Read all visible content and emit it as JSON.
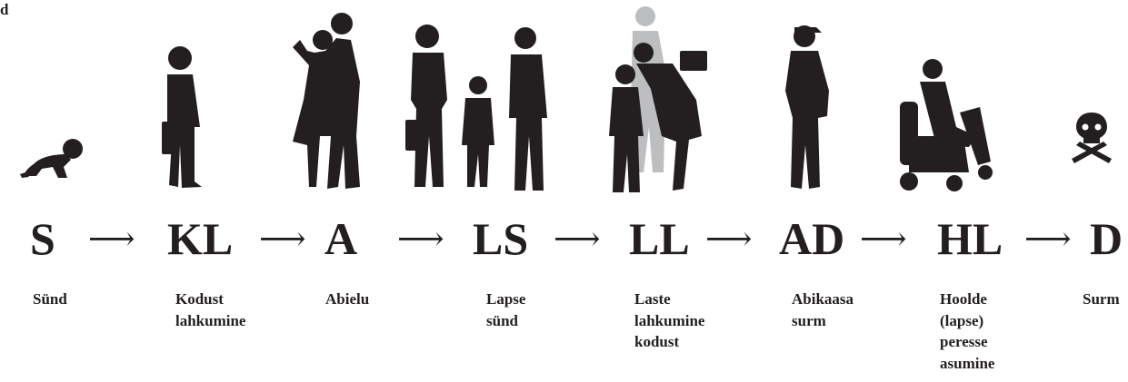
{
  "corner_text": "d",
  "arrow_glyph": "⟶",
  "stages": [
    {
      "code": "S",
      "label": "Sünd"
    },
    {
      "code": "KL",
      "label": "Kodust\nlahkumine"
    },
    {
      "code": "A",
      "label": "Abielu"
    },
    {
      "code": "LS",
      "label": "Lapse\nsünd"
    },
    {
      "code": "LL",
      "label": "Laste\nlahkumine\nkodust"
    },
    {
      "code": "AD",
      "label": "Abikaasa\nsurm"
    },
    {
      "code": "HL",
      "label": "Hoolde\n(lapse)\nperesse\nasumine"
    },
    {
      "code": "D",
      "label": "Surm"
    }
  ],
  "icons": [
    "crawling-baby-icon",
    "man-with-briefcase-icon",
    "dancing-couple-icon",
    "family-with-child-icon",
    "child-leaving-home-icon",
    "old-man-with-cap-icon",
    "person-in-wheelchair-icon",
    "skull-and-crossbones-icon"
  ],
  "colors": {
    "silhouette": "#231f20",
    "faded_silhouette": "#bcbec0",
    "background": "#ffffff"
  }
}
